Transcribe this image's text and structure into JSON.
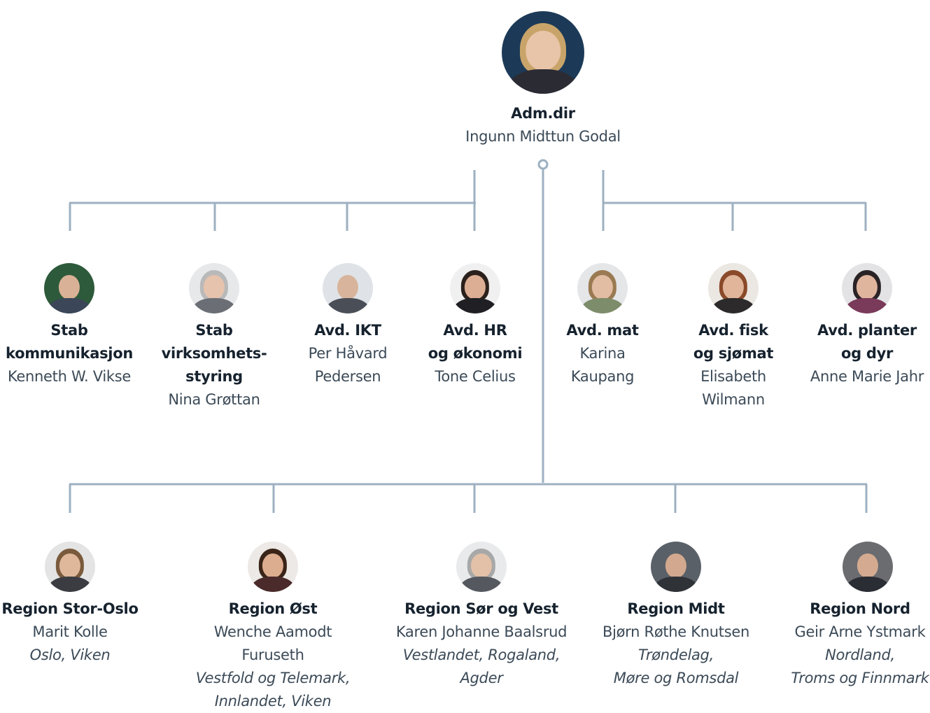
{
  "top": {
    "role": "Adm.dir",
    "name": "Ingunn Midttun Godal",
    "avatar_icon": "portrait-photo"
  },
  "departments": [
    {
      "role_lines": [
        "Stab",
        "kommunikasjon"
      ],
      "name_lines": [
        "Kenneth W. Vikse"
      ]
    },
    {
      "role_lines": [
        "Stab",
        "virksomhets-",
        "styring"
      ],
      "name_lines": [
        "Nina Grøttan"
      ]
    },
    {
      "role_lines": [
        "Avd. IKT"
      ],
      "name_lines": [
        "Per Håvard",
        "Pedersen"
      ]
    },
    {
      "role_lines": [
        "Avd. HR",
        "og økonomi"
      ],
      "name_lines": [
        "Tone Celius"
      ]
    },
    {
      "role_lines": [
        "Avd. mat"
      ],
      "name_lines": [
        "Karina",
        "Kaupang"
      ]
    },
    {
      "role_lines": [
        "Avd. fisk",
        "og sjømat"
      ],
      "name_lines": [
        "Elisabeth",
        "Wilmann"
      ]
    },
    {
      "role_lines": [
        "Avd. planter",
        "og dyr"
      ],
      "name_lines": [
        "Anne Marie Jahr"
      ]
    }
  ],
  "regions": [
    {
      "role": "Region Stor-Oslo",
      "name": "Marit Kolle",
      "area_lines": [
        "Oslo, Viken"
      ]
    },
    {
      "role": "Region Øst",
      "name": "Wenche Aamodt Furuseth",
      "area_lines": [
        "Vestfold og Telemark,",
        "Innlandet, Viken"
      ]
    },
    {
      "role": "Region Sør og Vest",
      "name": "Karen Johanne Baalsrud",
      "area_lines": [
        "Vestlandet, Rogaland,",
        "Agder"
      ]
    },
    {
      "role": "Region Midt",
      "name": "Bjørn Røthe Knutsen",
      "area_lines": [
        "Trøndelag,",
        "Møre og Romsdal"
      ]
    },
    {
      "role": "Region Nord",
      "name": "Geir Arne Ystmark",
      "area_lines": [
        "Nordland,",
        "Troms og Finnmark"
      ]
    }
  ],
  "colors": {
    "connector": "#9db0c1",
    "title": "#16222e",
    "text": "#3b4a57"
  }
}
